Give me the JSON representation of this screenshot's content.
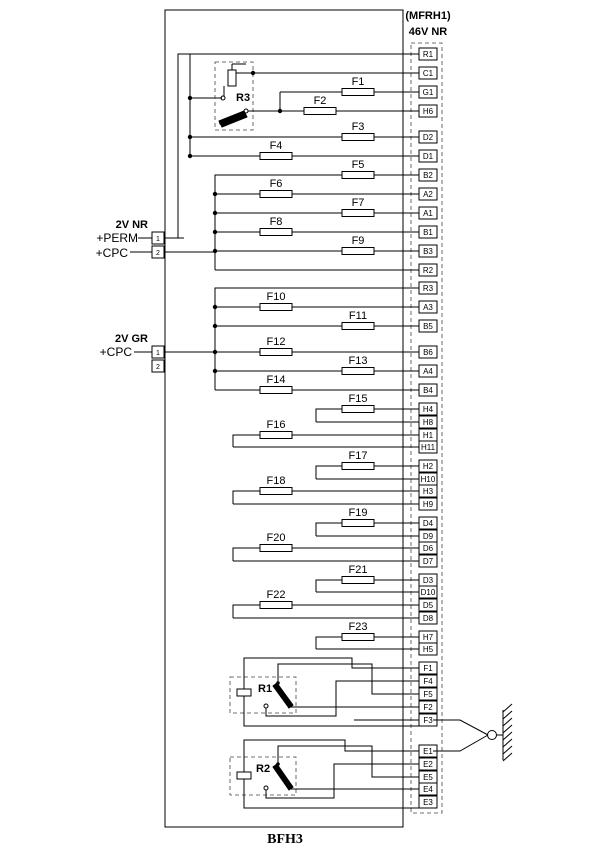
{
  "header": {
    "connector": "(MFRH1)",
    "voltage": "46V NR"
  },
  "board_title": "BFH3",
  "left_inputs": {
    "nr_group": "2V NR",
    "nr_signals": [
      "+PERM",
      "+CPC"
    ],
    "gr_group": "2V GR",
    "gr_signals": [
      "+CPC"
    ],
    "pins": [
      "1",
      "2"
    ]
  },
  "terminals": [
    "R1",
    "C1",
    "G1",
    "H6",
    "D2",
    "D1",
    "B2",
    "A2",
    "A1",
    "B1",
    "B3",
    "R2",
    "R3",
    "A3",
    "B5",
    "B6",
    "A4",
    "B4",
    "H4",
    "H8",
    "H1",
    "H11",
    "H2",
    "H10",
    "H3",
    "H9",
    "D4",
    "D9",
    "D6",
    "D7",
    "D3",
    "D10",
    "D5",
    "D8",
    "H7",
    "H5",
    "F1",
    "F4",
    "F5",
    "F2",
    "F3",
    "E1",
    "E2",
    "E5",
    "E4",
    "E3"
  ],
  "fuses": [
    "F1",
    "F2",
    "F3",
    "F4",
    "F5",
    "F6",
    "F7",
    "F8",
    "F9",
    "F10",
    "F11",
    "F12",
    "F13",
    "F14",
    "F15",
    "F16",
    "F17",
    "F18",
    "F19",
    "F20",
    "F21",
    "F22",
    "F23"
  ],
  "relays": [
    "R1",
    "R2",
    "R3"
  ],
  "symbols": {
    "ground": "ground-icon",
    "coil": "relay-coil-icon",
    "contact": "relay-contact-icon"
  }
}
